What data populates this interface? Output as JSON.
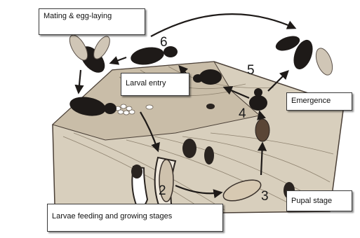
{
  "labels": {
    "mating": "Mating & egg-laying",
    "larval_entry": "Larval entry",
    "emergence": "Emergence",
    "pupal": "Pupal stage",
    "larvae": "Larvae feeding and growing stages"
  },
  "stage_numbers": [
    "2",
    "3",
    "4",
    "5",
    "6"
  ],
  "colors": {
    "wood": "#d9cfbd",
    "beetle": "#1e1a18",
    "line": "#3b322c"
  }
}
